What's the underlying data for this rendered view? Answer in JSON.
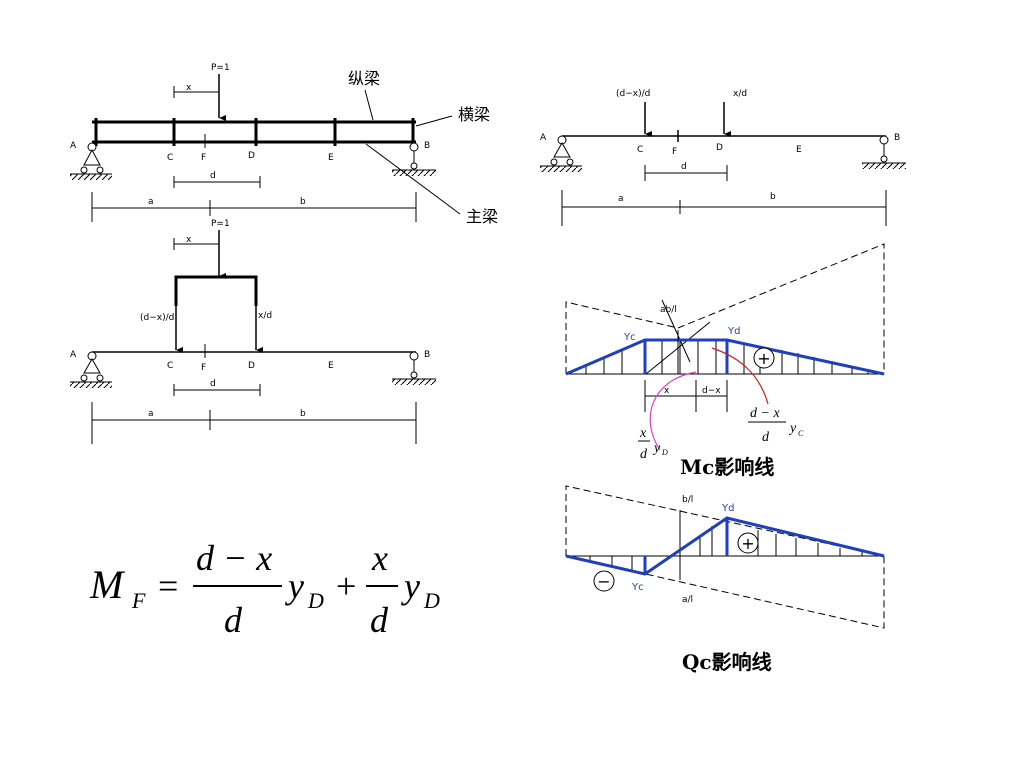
{
  "fig1": {
    "load_label": "P=1",
    "x_label": "x",
    "support_a": "A",
    "support_b": "B",
    "node_c": "C",
    "node_f": "F",
    "node_d": "D",
    "node_e": "E",
    "dim_d": "d",
    "dim_a": "a",
    "dim_b": "b",
    "label_stringer": "纵梁",
    "label_crossbeam": "横梁",
    "label_main_girder": "主梁"
  },
  "fig2": {
    "load_label": "P=1",
    "x_label": "x",
    "left_reaction": "(d−x)/d",
    "right_reaction": "x/d",
    "support_a": "A",
    "support_b": "B",
    "node_c": "C",
    "node_f": "F",
    "node_d": "D",
    "node_e": "E",
    "dim_d": "d",
    "dim_a": "a",
    "dim_b": "b"
  },
  "fig3": {
    "left_load": "(d−x)/d",
    "right_load": "x/d",
    "support_a": "A",
    "support_b": "B",
    "node_c": "C",
    "node_f": "F",
    "node_d": "D",
    "node_e": "E",
    "dim_d": "d",
    "dim_a": "a",
    "dim_b": "b"
  },
  "mc_line": {
    "peak_label": "ab/l",
    "yc_label": "Yc",
    "yd_label": "Yd",
    "sign": "+",
    "dim_x": "x",
    "dim_dx": "d−x",
    "term_left_num": "x",
    "term_left_den": "d",
    "term_left_y": "y",
    "term_left_sub": "D",
    "term_right_num": "d − x",
    "term_right_den": "d",
    "term_right_y": "y",
    "term_right_sub": "C",
    "caption": "Mc影响线"
  },
  "qc_line": {
    "top_label": "b/l",
    "bottom_label": "a/l",
    "yd_label": "Yd",
    "yc_label": "Yc",
    "pos_sign": "+",
    "neg_sign": "−",
    "caption": "Qc影响线"
  },
  "formula": {
    "lhs": "M",
    "lhs_sub": "F",
    "eq": "=",
    "num1": "d − x",
    "den1": "d",
    "y1": "y",
    "y1_sub": "D",
    "plus": "+",
    "num2": "x",
    "den2": "d",
    "y2": "y",
    "y2_sub": "D"
  },
  "colors": {
    "line": "#000000",
    "influence_blue": "#1f3fbf",
    "arc_red": "#d42020",
    "arc_magenta": "#e040c0"
  }
}
